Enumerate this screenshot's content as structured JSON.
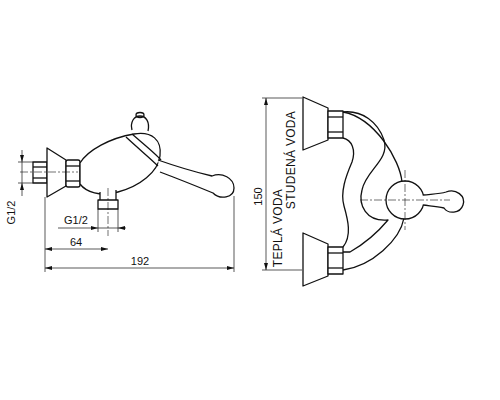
{
  "diagram": {
    "labels": [
      "G1/2",
      "G1/2",
      "64",
      "192",
      "150",
      "STUDENÁ VODA",
      "TEPLÁ VODA"
    ]
  }
}
